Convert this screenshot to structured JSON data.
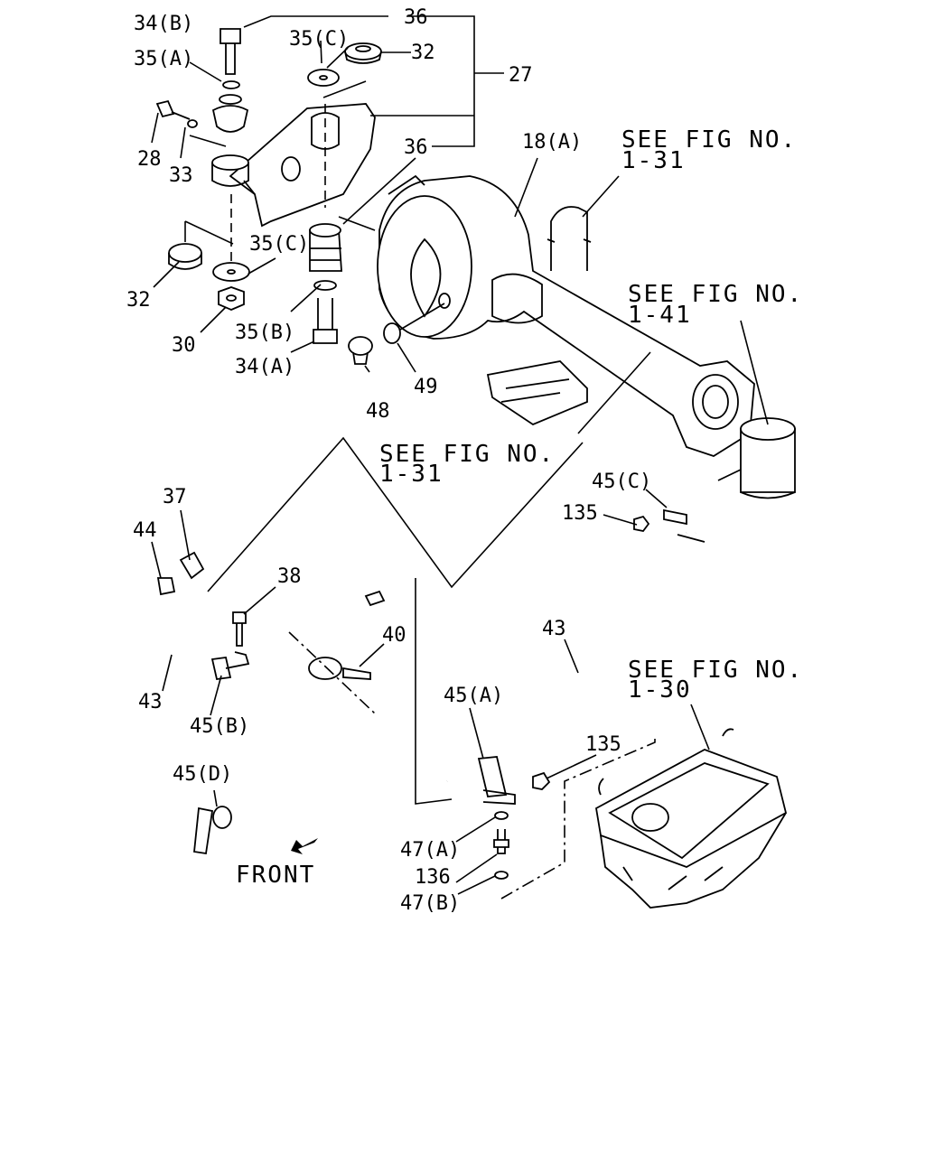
{
  "callouts": {
    "p34b": "34(B)",
    "p36a": "36",
    "p35a": "35(A)",
    "p35c_top": "35(C)",
    "p32_top": "32",
    "p27": "27",
    "p28": "28",
    "p33": "33",
    "p36b": "36",
    "p18a": "18(A)",
    "p35c_low": "35(C)",
    "p32_low": "32",
    "p30": "30",
    "p35b": "35(B)",
    "p34a": "34(A)",
    "p48": "48",
    "p49": "49",
    "p45c": "45(C)",
    "p135_top": "135",
    "p37": "37",
    "p44": "44",
    "p38": "38",
    "p40": "40",
    "p43_left": "43",
    "p45b": "45(B)",
    "p43_right": "43",
    "p45a": "45(A)",
    "p135_low": "135",
    "p45d": "45(D)",
    "p47a": "47(A)",
    "p136": "136",
    "p47b": "47(B)"
  },
  "references": {
    "ref_1_31_top": [
      "SEE FIG NO.",
      "1-31"
    ],
    "ref_1_41": [
      "SEE FIG NO.",
      "1-41"
    ],
    "ref_1_31_mid": [
      "SEE FIG NO.",
      "1-31"
    ],
    "ref_1_30": [
      "SEE FIG NO.",
      "1-30"
    ]
  },
  "front_label": "FRONT"
}
